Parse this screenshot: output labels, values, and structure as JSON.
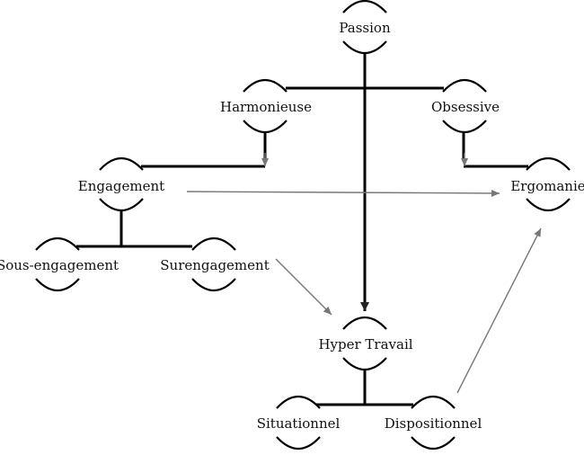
{
  "nodes": {
    "passion": "Passion",
    "harmonieuse": "Harmonieuse",
    "obsessive": "Obsessive",
    "engagement": "Engagement",
    "ergomanie": "Ergomanie",
    "sous_engagement": "Sous-engagement",
    "surengagement": "Surengagement",
    "hyper_travail": "Hyper Travail",
    "situationnel": "Situationnel",
    "dispositionnel": "Dispositionnel"
  },
  "colors": {
    "tree_lines": "#000000",
    "arrows": "#777777",
    "text": "#111111",
    "background": "#ffffff"
  }
}
